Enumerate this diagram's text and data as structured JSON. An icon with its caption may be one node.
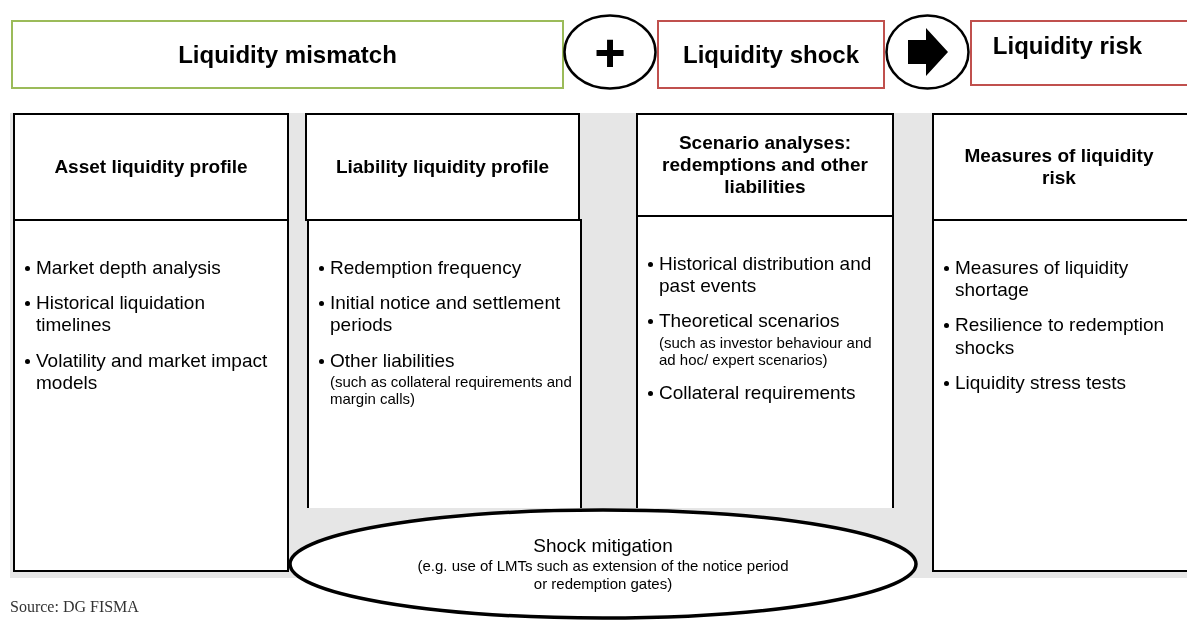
{
  "diagram": {
    "nodes": [
      {
        "text": [
          "Liquidity mismatch"
        ]
      },
      {
        "text": [
          "+"
        ]
      },
      {
        "text": [
          "Liquidity shock"
        ]
      },
      {
        "text": [],
        "shape": "circle"
      },
      {
        "text": [
          "Liquidity risk"
        ]
      },
      {
        "text": [
          "Asset liquidity profile"
        ]
      },
      {
        "text": [
          "Market depth analysis",
          "Historical liquidation timelines",
          "Volatility and market impact models"
        ]
      },
      {
        "text": [
          "Liability liquidity profile"
        ]
      },
      {
        "text": [
          "Redemption frequency",
          "Initial notice and settlement periods",
          "Other liabilities",
          "(such as collateral requirements and margin calls)"
        ]
      },
      {
        "text": [
          "Scenario analyses: redemptions and other liabilities"
        ]
      },
      {
        "text": [
          "Historical distribution and past events",
          "Theoretical scenarios",
          "(such as investor behaviour and ad hoc/ expert scenarios)",
          "Collateral requirements"
        ]
      },
      {
        "text": [
          "Measures of liquidity risk"
        ]
      },
      {
        "text": [
          "Measures of liquidity shortage",
          "Resilience to redemption shocks",
          "Liquidity stress tests"
        ]
      },
      {
        "text": [
          "Shock mitigation",
          "(e.g. use of LMTs such as extension of the notice period or redemption gates)"
        ]
      }
    ],
    "labels": [
      "Source: DG FISMA"
    ]
  }
}
